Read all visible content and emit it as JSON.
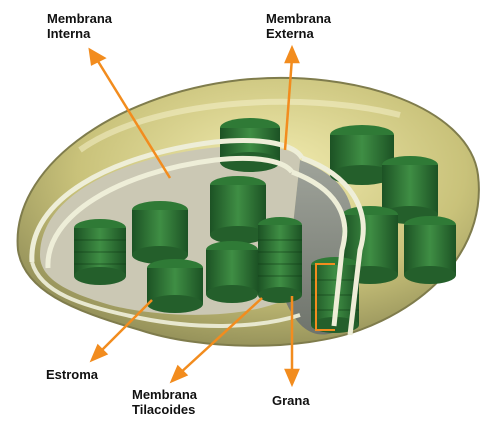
{
  "labels": {
    "membrana_interna": {
      "line1": "Membrana",
      "line2": "Interna"
    },
    "membrana_externa": {
      "line1": "Membrana",
      "line2": "Externa"
    },
    "estroma": "Estroma",
    "membrana_tilacoides": {
      "line1": "Membrana",
      "line2": "Tilacoides"
    },
    "grana": "Grana"
  },
  "colors": {
    "arrow": "#f28c1e",
    "outer_membrane": "#cfc98a",
    "stroma_fill": "#d9d36a",
    "grana_dark": "#1f5e2a",
    "grana_mid": "#2e7a36",
    "grana_light": "#4a9a4e",
    "membrane_edge": "#eeeed8"
  }
}
